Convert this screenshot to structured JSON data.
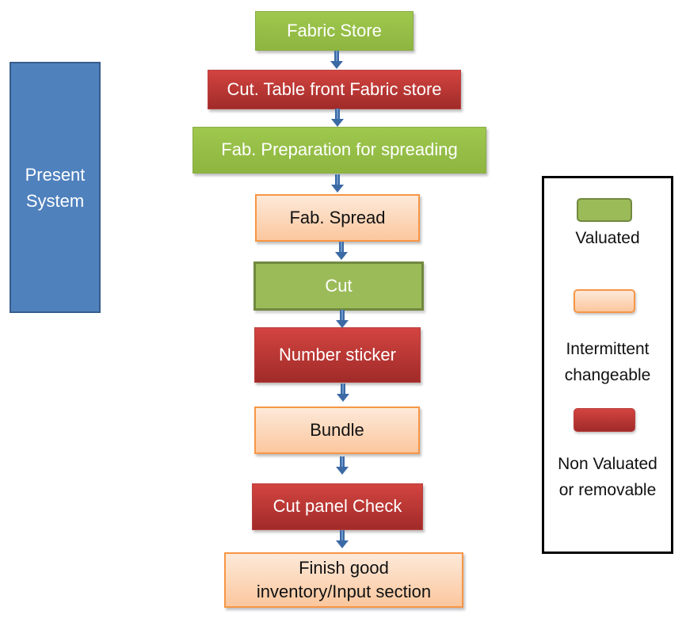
{
  "title_box": {
    "label_line1": "Present",
    "label_line2": "System"
  },
  "flow": [
    {
      "label": "Fabric Store",
      "category": "valuated"
    },
    {
      "label": "Cut. Table front Fabric store",
      "category": "non_valuated"
    },
    {
      "label": "Fab. Preparation for spreading",
      "category": "valuated"
    },
    {
      "label": "Fab. Spread",
      "category": "intermittent"
    },
    {
      "label": "Cut",
      "category": "valuated"
    },
    {
      "label": "Number sticker",
      "category": "non_valuated"
    },
    {
      "label": "Bundle",
      "category": "intermittent"
    },
    {
      "label": "Cut panel Check",
      "category": "non_valuated"
    },
    {
      "label_line1": "Finish good",
      "label_line2": "inventory/Input section",
      "category": "intermittent"
    }
  ],
  "legend": {
    "items": [
      {
        "key": "valuated",
        "label": "Valuated",
        "color": "#9bbb59"
      },
      {
        "key": "intermittent",
        "label_line1": "Intermittent",
        "label_line2": "changeable",
        "color": "#fbd4b4"
      },
      {
        "key": "non_valuated",
        "label_line1": "Non Valuated",
        "label_line2": "or removable",
        "color": "#c0504d"
      }
    ]
  },
  "colors": {
    "arrow": "#3c6aa5",
    "present_system": "#4f81bd"
  }
}
